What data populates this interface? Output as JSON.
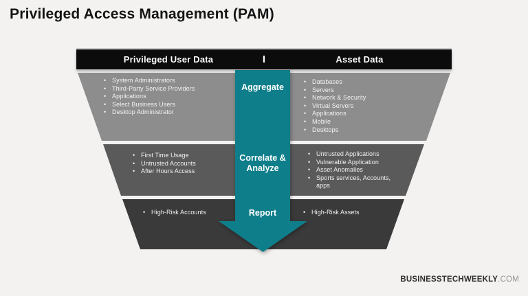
{
  "page": {
    "title": "Privileged Access Management (PAM)"
  },
  "colors": {
    "accent_teal": "#0f7e8b",
    "header_bg": "#0c0c0c",
    "tier1_gray": "#8d8d8d",
    "tier2_gray": "#5a5a5a",
    "tier3_gray": "#3a3a3a",
    "background": "#f3f2f1"
  },
  "headerBar": {
    "left": "Privileged User Data",
    "divider": "I",
    "right": "Asset Data"
  },
  "diagram": {
    "stages": [
      {
        "label": "Aggregate"
      },
      {
        "label": "Correlate & Analyze"
      },
      {
        "label": "Report"
      }
    ],
    "tiers": [
      {
        "left": {
          "items": [
            "System Administrators",
            "Third-Party Service Providers",
            "Applications",
            "Select Business Users",
            "Desktop Administrator"
          ]
        },
        "right": {
          "items": [
            "Databases",
            "Servers",
            "Network & Security",
            "Virtual Servers",
            "Applications",
            "Mobile",
            "Desktops"
          ]
        }
      },
      {
        "left": {
          "items": [
            "First Time Usage",
            "Untrusted Accounts",
            "After Hours Access"
          ]
        },
        "right": {
          "items": [
            "Untrusted Applications",
            "Vulnerable Application",
            "Asset Anomalies",
            "Sports services, Accounts, apps"
          ]
        }
      },
      {
        "left": {
          "items": [
            "High-Risk Accounts"
          ]
        },
        "right": {
          "items": [
            "High-Risk Assets"
          ]
        }
      }
    ]
  },
  "footer": {
    "brand_bold": "BUSINESSTECHWEEKLY",
    "brand_light": ".COM"
  }
}
